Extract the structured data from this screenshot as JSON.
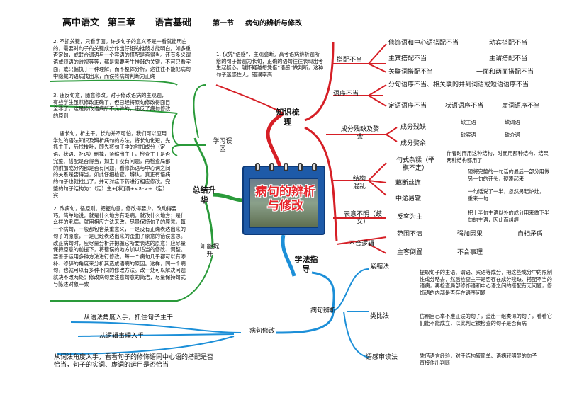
{
  "header": {
    "book": "高中语文",
    "chapter": "第三章",
    "unit": "语言基础",
    "section": "第一节",
    "topic": "病句的辨析与修改"
  },
  "center": {
    "title": "病句的辨析与修改"
  },
  "colors": {
    "red": "#d61f26",
    "blue": "#1c8fd8",
    "green": "#2a9a3a",
    "black": "#111111"
  },
  "branches": {
    "knowledge": "知识梳理",
    "method": "学法指导",
    "summary": "总结升华"
  },
  "knowledge": {
    "intro": "1. 仅凭“语感”，主观臆断。高考语病辨析题所给的句子普遍为长句，正确的语句往往表现出考生起疑心，越怀疑越想凭借“语感”做判断，这种句子迷惑性大，错误率高",
    "dapei": {
      "label": "搭配不当",
      "items": [
        "修饰语和中心语搭配不当",
        "主宾搭配不当",
        "关联词搭配不当"
      ],
      "extra": [
        "动宾搭配不当",
        "主谓搭配不当",
        "一面和两面搭配不当"
      ]
    },
    "yuxu": {
      "label": "语序不当",
      "items": [
        "分句语序不当、相关联的并列词语或短语语序不当",
        "定语语序不当",
        "状语语序不当",
        "虚词语序不当"
      ]
    },
    "canque": {
      "label": "成分残缺及赘余",
      "items": [
        "成分残缺",
        "成分赘余"
      ],
      "extra": [
        "缺主语",
        "缺谓语",
        "缺宾语",
        "缺介词"
      ]
    },
    "hunluan": {
      "label": "结构混乱",
      "items": [
        "句式杂糅（举棋不定）",
        "藕断丝连",
        "中途易辙"
      ],
      "notes": [
        "作者时而用这种结构，时而用那种结构，结果两种结构都用了",
        "硬将完整的一句话的最后一部分用做另一句的开头，硬凑起来",
        "一句话说了一半，忽然另起炉灶，重来一句"
      ]
    },
    "buming": {
      "label": "表意不明（歧义）",
      "items": [
        "反客为主"
      ],
      "note": "把上半句主语以外的成分用来做下半句的主语，因此而纠缠"
    },
    "luoji": {
      "label": "不合逻辑",
      "items": [
        "范围不清",
        "强加因果",
        "自相矛盾",
        "主客倒置",
        "不合事理"
      ]
    }
  },
  "method": {
    "bianxi": {
      "label": "病句辨析",
      "items": [
        "紧缩法",
        "类比法",
        "语感审读法"
      ],
      "notes": [
        "提取句子的主语、谓语、宾语等成分，把这些成分中的限制性成分略去，然后检查主干是否存在成分残缺、搭配不当的语病，再检查局部修饰语和中心语之间的搭配有无问题，修饰语的内部是否存在语序问题",
        "仿照自己拿不准正误的句子，造出一组类似的句子，看看它们能不能成立，以此判定被检查的句子是否有病",
        "凭借语言经验，对于结构较简单、语病较明显的句子直接作出判断"
      ]
    },
    "xiugai": {
      "label": "病句修改",
      "items": [
        "从语法角度入手，抓住句子主干",
        "从逻辑事理入手",
        "从词法角度入手，看看句子的修饰语同中心语的搭配是否恰当，句子的实词、虚词的运用是否恰当"
      ]
    }
  },
  "summary": {
    "wuqu": {
      "label": "学习误区",
      "notes": [
        "2. 不抓关键，只看字面。许多句子的意义不是一看就能明白的，需要对句子的关键成分作出仔细的推敲才能明白。如多重否定句，或联合谓语与一个宾语的搭配是否得当。还有多义谓语或短语的歧视等等，都是需要考生推敲的关键，不可只看字面，或只偏执于一种理解，而不整体分析，这往往不能把病句中隐藏的语病找出来，而误将病句判断为正确",
        "3. 违反句意，随意修改。对于修改语病的主观题，有些学生虽然修改正确了，但已经将原句修改得面目全非了，这是修改语病所不允许的，违反了病句修改的原则",
        "1. 遇长句，析主干。长句并不可怕，我们可以应用学过的语法知识及辨析病句的方法，将长句化短，先抓主干，后找枝叶，即先将句子中的附加成分（定语、状语、补语）删掉，紧缩出主干，检查主干是否完整、搭配是否得当，如主干没有问题，再检查局部的附加成分内部是否有问题，看修饰语与中心词之间的关系是否得当，如此仔细检查，辨认，真正有语病的句子也就找出了，并可对症下药进行相应修改。完整的句子结构为：（定）主+[状]谓+<补>+（定）宾"
      ]
    },
    "tisheng": {
      "label": "知能提升",
      "note": "2. 改病句，循原则。把握句意，修改得要少，改动得要巧。简单地说，就是什么地方有毛病，就改什么地方；是什么样的毛病，就用相应方法来改。尽量保持句子的原意。每一个病句，一般都包含某重意义，一是没有正确表达出来的句子的原意，一是已经表达出来的歪曲了原意的错误意思。改正病句时，应尽量分析并把握它所要表达的原意；应尽量保持原意的前提下，将错误的地方加以适当的修改、调整。要善于运用多种方法进行修改。每一个病句几乎都可以有添补、修辞的角度来分析其造成语病的原因。这样，同一个病句，也就可以有多种不同的修改方法。改一处可以解决问题就决不改两处；修改病句要注意句意的简洁，尽量保持句式与陈述对象一致"
    }
  }
}
